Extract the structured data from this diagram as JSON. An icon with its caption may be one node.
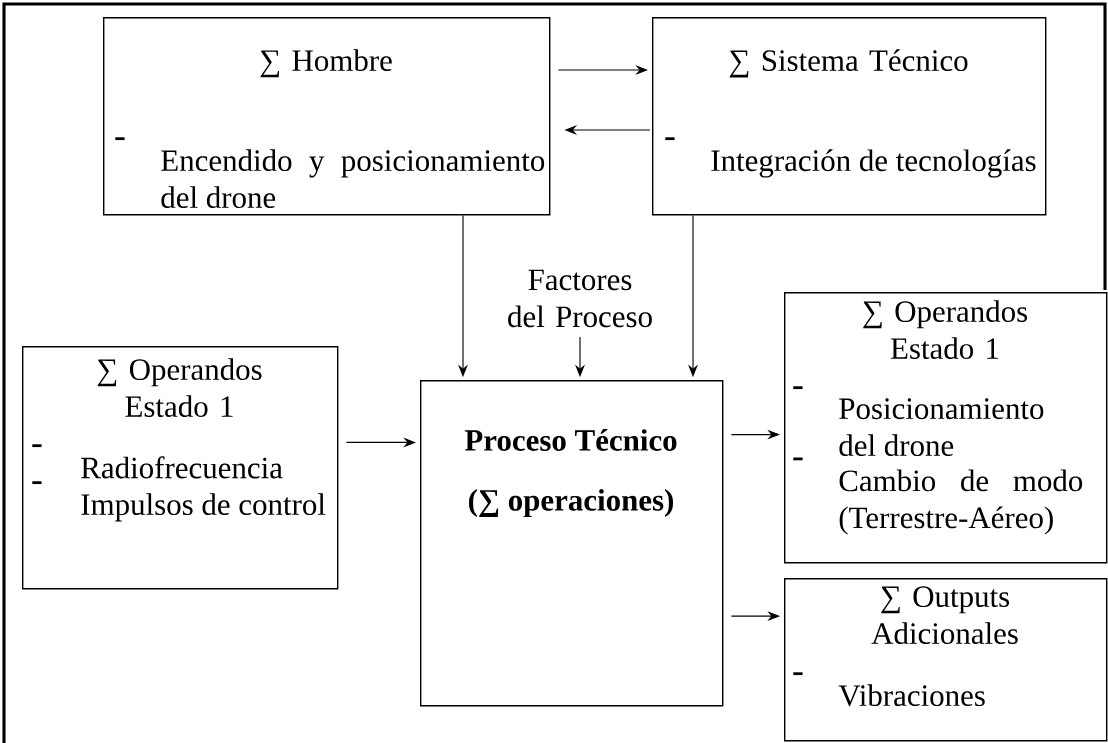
{
  "diagram": {
    "nodes": [
      {
        "text": [
          "∑ Hombre",
          "Encendido y posicionamiento del drone"
        ]
      },
      {
        "text": [
          "∑ Sistema Técnico",
          "Integración de tecnologías"
        ]
      },
      {
        "text": [
          "Factores del Proceso"
        ]
      },
      {
        "text": [
          "∑ Operandos Estado 1",
          "Radiofrecuencia",
          "Impulsos de control"
        ]
      },
      {
        "text": [
          "Proceso Técnico",
          "(∑ operaciones)"
        ]
      },
      {
        "text": [
          "∑ Operandos Estado 1",
          "Posicionamiento del drone",
          "Cambio de modo (Terrestre-Aéreo)"
        ]
      },
      {
        "text": [
          "∑ Outputs Adicionales",
          "Vibraciones"
        ]
      }
    ],
    "edges": [
      {
        "from": 0,
        "to": 1,
        "arrow": "to"
      },
      {
        "from": 1,
        "to": 0,
        "arrow": "to"
      },
      {
        "from": 0,
        "to": 4,
        "arrow": "to"
      },
      {
        "from": 2,
        "to": 4,
        "arrow": "to"
      },
      {
        "from": 1,
        "to": 4,
        "arrow": "to"
      },
      {
        "from": 3,
        "to": 4,
        "arrow": "to"
      },
      {
        "from": 4,
        "to": 5,
        "arrow": "to"
      },
      {
        "from": 4,
        "to": 6,
        "arrow": "to"
      }
    ]
  }
}
